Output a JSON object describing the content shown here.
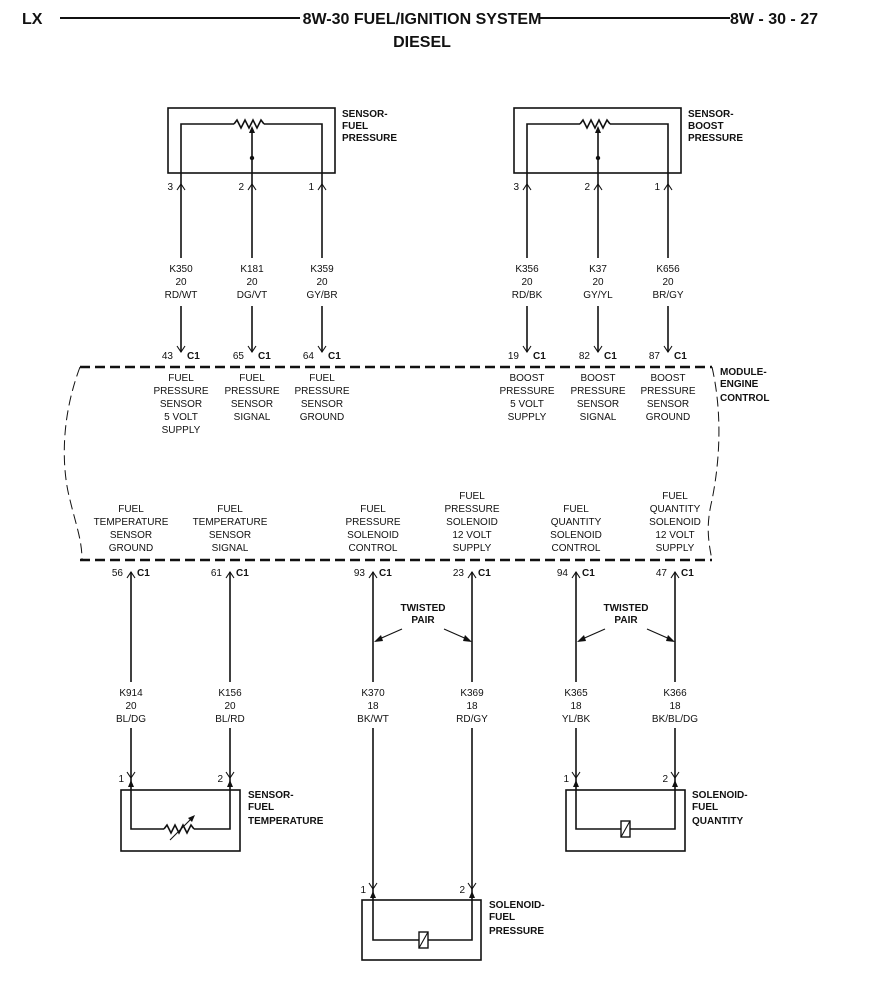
{
  "header": {
    "left": "LX",
    "title_line1": "8W-30 FUEL/IGNITION SYSTEM",
    "title_line2": "DIESEL",
    "page": "8W - 30 - 27"
  },
  "components": {
    "fuel_pressure_sensor": [
      "SENSOR-",
      "FUEL",
      "PRESSURE"
    ],
    "boost_pressure_sensor": [
      "SENSOR-",
      "BOOST",
      "PRESSURE"
    ],
    "ecm": [
      "MODULE-",
      "ENGINE",
      "CONTROL"
    ],
    "fuel_temperature_sensor": [
      "SENSOR-",
      "FUEL",
      "TEMPERATURE"
    ],
    "fuel_quantity_solenoid": [
      "SOLENOID-",
      "FUEL",
      "QUANTITY"
    ],
    "fuel_pressure_solenoid": [
      "SOLENOID-",
      "FUEL",
      "PRESSURE"
    ]
  },
  "twisted_pair": [
    "TWISTED",
    "PAIR"
  ],
  "connector": "C1",
  "top_circuits": [
    {
      "comp_pin": "3",
      "wire": [
        "K350",
        "20",
        "RD/WT"
      ],
      "ecm_pin": "43",
      "ecm_label": [
        "FUEL",
        "PRESSURE",
        "SENSOR",
        "5 VOLT",
        "SUPPLY"
      ]
    },
    {
      "comp_pin": "2",
      "wire": [
        "K181",
        "20",
        "DG/VT"
      ],
      "ecm_pin": "65",
      "ecm_label": [
        "FUEL",
        "PRESSURE",
        "SENSOR",
        "SIGNAL"
      ]
    },
    {
      "comp_pin": "1",
      "wire": [
        "K359",
        "20",
        "GY/BR"
      ],
      "ecm_pin": "64",
      "ecm_label": [
        "FUEL",
        "PRESSURE",
        "SENSOR",
        "GROUND"
      ]
    },
    {
      "comp_pin": "3",
      "wire": [
        "K356",
        "20",
        "RD/BK"
      ],
      "ecm_pin": "19",
      "ecm_label": [
        "BOOST",
        "PRESSURE",
        "5 VOLT",
        "SUPPLY"
      ]
    },
    {
      "comp_pin": "2",
      "wire": [
        "K37",
        "20",
        "GY/YL"
      ],
      "ecm_pin": "82",
      "ecm_label": [
        "BOOST",
        "PRESSURE",
        "SENSOR",
        "SIGNAL"
      ]
    },
    {
      "comp_pin": "1",
      "wire": [
        "K656",
        "20",
        "BR/GY"
      ],
      "ecm_pin": "87",
      "ecm_label": [
        "BOOST",
        "PRESSURE",
        "SENSOR",
        "GROUND"
      ]
    }
  ],
  "bottom_circuits": [
    {
      "ecm_label": [
        "FUEL",
        "TEMPERATURE",
        "SENSOR",
        "GROUND"
      ],
      "ecm_pin": "56",
      "wire": [
        "K914",
        "20",
        "BL/DG"
      ],
      "comp_pin": "1"
    },
    {
      "ecm_label": [
        "FUEL",
        "TEMPERATURE",
        "SENSOR",
        "SIGNAL"
      ],
      "ecm_pin": "61",
      "wire": [
        "K156",
        "20",
        "BL/RD"
      ],
      "comp_pin": "2"
    },
    {
      "ecm_label": [
        "FUEL",
        "PRESSURE",
        "SOLENOID",
        "CONTROL"
      ],
      "ecm_pin": "93",
      "wire": [
        "K370",
        "18",
        "BK/WT"
      ],
      "comp_pin": "1"
    },
    {
      "ecm_label": [
        "FUEL",
        "PRESSURE",
        "SOLENOID",
        "12 VOLT",
        "SUPPLY"
      ],
      "ecm_pin": "23",
      "wire": [
        "K369",
        "18",
        "RD/GY"
      ],
      "comp_pin": "2"
    },
    {
      "ecm_label": [
        "FUEL",
        "QUANTITY",
        "SOLENOID",
        "CONTROL"
      ],
      "ecm_pin": "94",
      "wire": [
        "K365",
        "18",
        "YL/BK"
      ],
      "comp_pin": "1"
    },
    {
      "ecm_label": [
        "FUEL",
        "QUANTITY",
        "SOLENOID",
        "12 VOLT",
        "SUPPLY"
      ],
      "ecm_pin": "47",
      "wire": [
        "K366",
        "18",
        "BK/BL/DG"
      ],
      "comp_pin": "2"
    }
  ]
}
